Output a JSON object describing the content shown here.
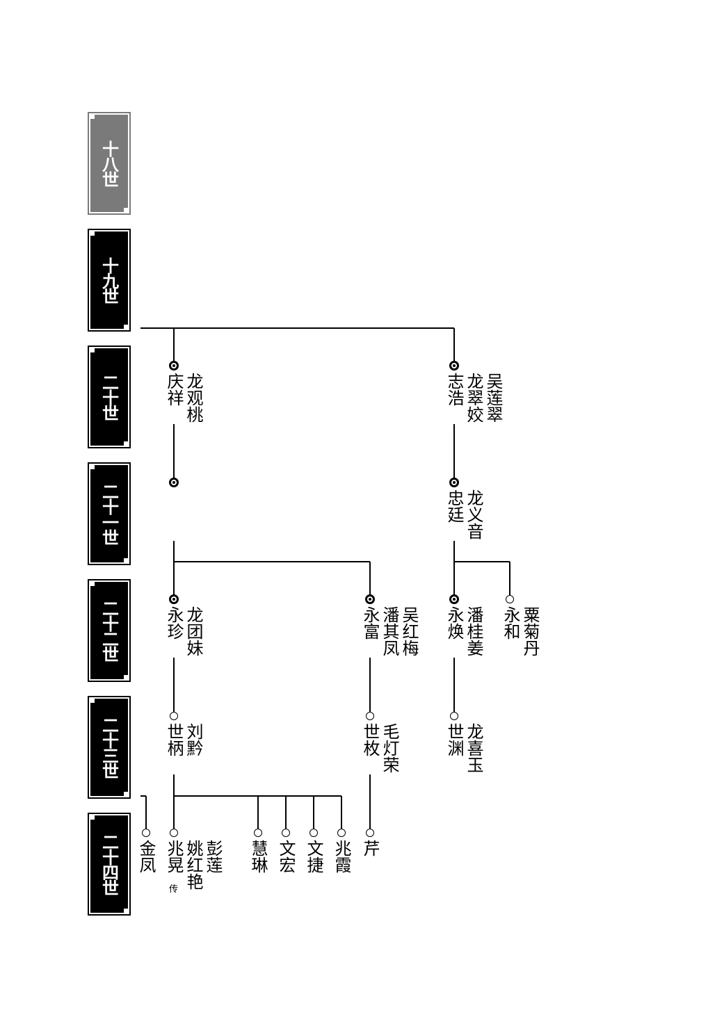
{
  "generations": [
    {
      "label": "十八世",
      "dim": true
    },
    {
      "label": "十九世",
      "dim": false
    },
    {
      "label": "二十世",
      "dim": false
    },
    {
      "label": "二十一世",
      "dim": false
    },
    {
      "label": "二十二世",
      "dim": false
    },
    {
      "label": "二十三世",
      "dim": false
    },
    {
      "label": "二十四世",
      "dim": false
    }
  ],
  "persons": {
    "qingxiang": {
      "name": "庆祥",
      "spouses": [
        "龙观桃"
      ]
    },
    "zhihao": {
      "name": "志浩",
      "spouses": [
        "龙翠姣",
        "吴莲翠"
      ]
    },
    "zhongting": {
      "name": "忠廷",
      "spouses": [
        "龙义音"
      ]
    },
    "yongzhen": {
      "name": "永珍",
      "spouses": [
        "龙团妹"
      ]
    },
    "yongfu": {
      "name": "永富",
      "spouses": [
        "潘其凤",
        "吴红梅"
      ]
    },
    "yonghuan": {
      "name": "永焕",
      "spouses": [
        "潘桂姜"
      ]
    },
    "yonghe": {
      "name": "永和",
      "spouses": [
        "粟菊丹"
      ]
    },
    "shibing": {
      "name": "世柄",
      "spouses": [
        "刘黔"
      ]
    },
    "shimei": {
      "name": "世枚",
      "spouses": [
        "毛灯荣"
      ]
    },
    "shiyuan": {
      "name": "世渊",
      "spouses": [
        "龙喜玉"
      ]
    },
    "jinfeng": {
      "name": "金凤",
      "spouses": []
    },
    "zhaohuang": {
      "name": "兆晃",
      "note": "传",
      "spouses": [
        "姚红艳",
        "彭莲"
      ]
    },
    "huilin": {
      "name": "慧琳",
      "spouses": []
    },
    "wenhong": {
      "name": "文宏",
      "spouses": []
    },
    "wenjie": {
      "name": "文捷",
      "spouses": []
    },
    "zhaoxia": {
      "name": "兆霞",
      "spouses": []
    },
    "qin": {
      "name": "芹",
      "spouses": []
    }
  }
}
